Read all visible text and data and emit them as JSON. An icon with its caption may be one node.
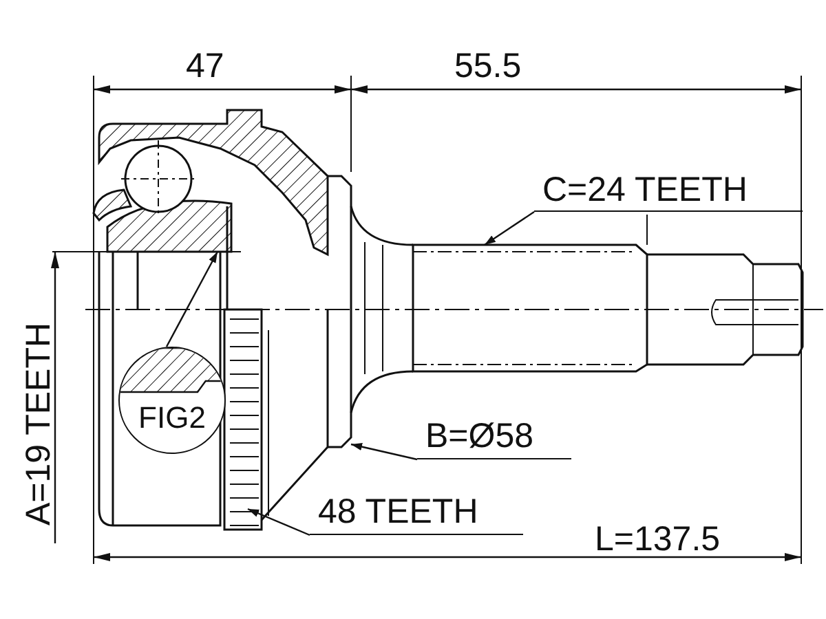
{
  "diagram": {
    "nodes": [
      {
        "text": [
          "C=24 TEETH"
        ]
      },
      {
        "text": [
          "FIG2"
        ]
      },
      {
        "text": [
          "B=Ø58"
        ]
      },
      {
        "text": [
          "48 TEETH"
        ]
      }
    ],
    "edges": [
      {
        "from": 0,
        "to": null,
        "arrow": "to"
      },
      {
        "from": 1,
        "to": null,
        "arrow": "to"
      },
      {
        "from": 2,
        "to": null,
        "arrow": "to"
      },
      {
        "from": 3,
        "to": null,
        "arrow": "to"
      }
    ],
    "labels": [
      "47",
      "55.5",
      "A=19 TEETH",
      "L=137.5"
    ]
  }
}
